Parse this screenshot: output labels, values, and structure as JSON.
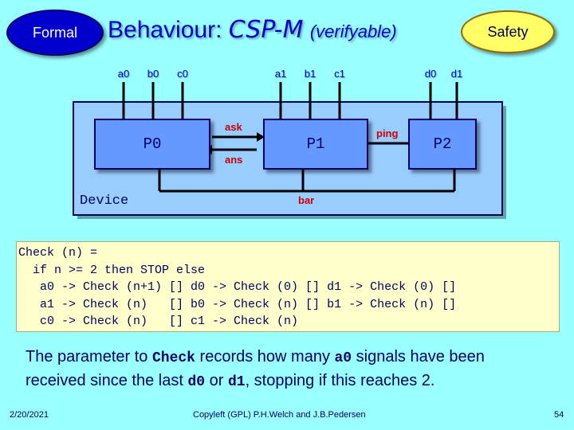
{
  "header": {
    "formal": "Formal",
    "safety": "Safety",
    "title_main": "Behaviour: ",
    "title_csp": "CSP-M",
    "title_sub": "(verifyable)"
  },
  "wires": {
    "a0": "a0",
    "b0": "b0",
    "c0": "c0",
    "a1": "a1",
    "b1": "b1",
    "c1": "c1",
    "d0": "d0",
    "d1": "d1"
  },
  "channels": {
    "ask": "ask",
    "ans": "ans",
    "ping": "ping",
    "bar": "bar"
  },
  "processes": {
    "p0": "P0",
    "p1": "P1",
    "p2": "P2",
    "device": "Device"
  },
  "code": {
    "l1": [
      "Check (n) ="
    ],
    "l2": [
      "  if n >= 2 then STOP else"
    ],
    "l3": [
      "   a0 -> Check (n+1) [] d0 -> Check (0) [] d1 -> Check (0) []"
    ],
    "l4": [
      "   a1 -> Check (n)   [] b0 -> Check (n) [] b1 -> Check (n) []"
    ],
    "l5": [
      "   c0 -> Check (n)   [] c1 -> Check (n)"
    ]
  },
  "caption": {
    "t1": "The parameter to ",
    "c1": "Check",
    "t2": " records how many ",
    "c2": "a0",
    "t3": " signals have been",
    "t4": "received since the last ",
    "c3": "d0",
    "t5": " or ",
    "c4": "d1",
    "t6": ", stopping if this reaches 2."
  },
  "footer": {
    "date": "2/20/2021",
    "copyright": "Copyleft (GPL) P.H.Welch and J.B.Pedersen",
    "page": "54"
  },
  "colors": {
    "background": "#99ffff",
    "device": "#99ccff",
    "process": "#6699ff",
    "title": "#0000cc",
    "channel_label": "#cc0000"
  }
}
